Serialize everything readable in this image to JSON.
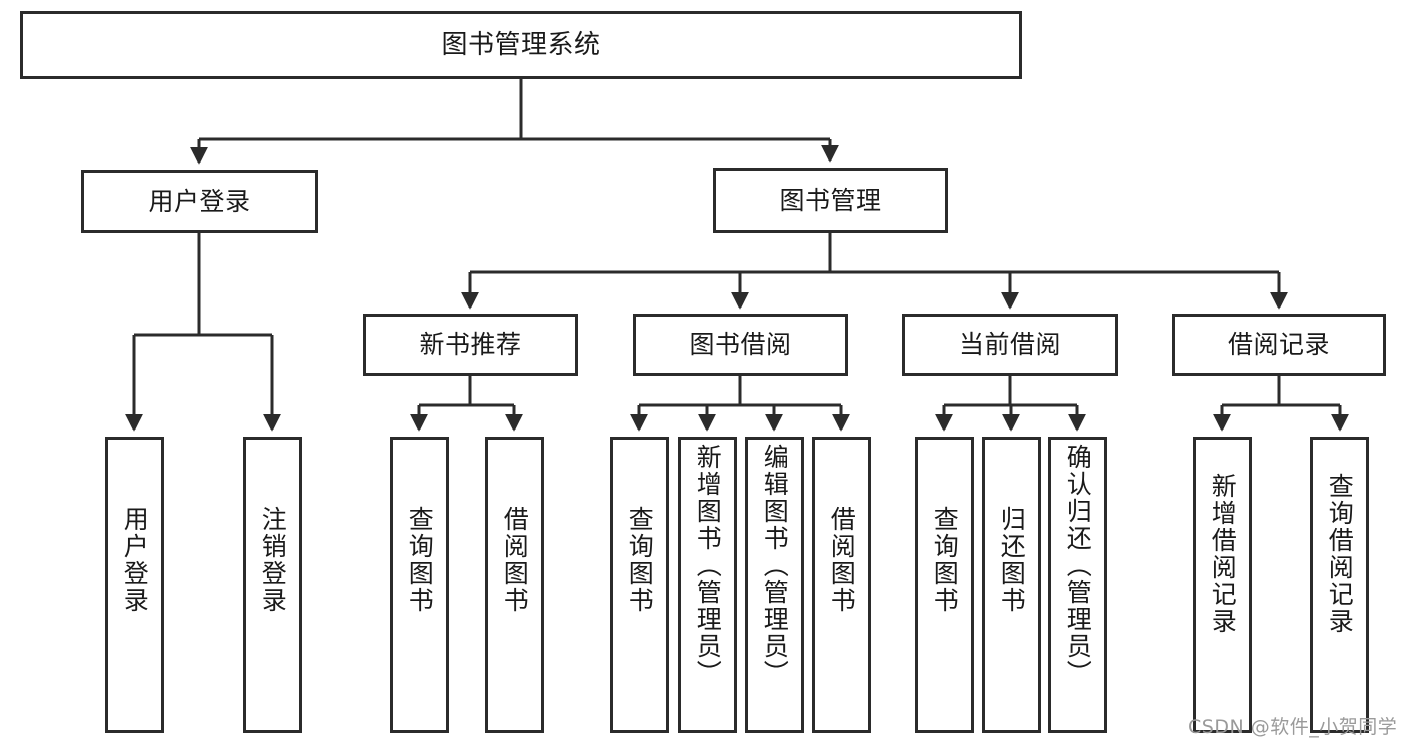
{
  "diagram": {
    "title": "图书管理系统",
    "type": "tree-hierarchy-diagram",
    "colors": {
      "stroke": "#2b2b2b",
      "fill": "#ffffff",
      "text": "#1a1a1a",
      "watermark": "#9a9a9a"
    },
    "root": {
      "id": "root",
      "label": "图书管理系统"
    },
    "level1": [
      {
        "id": "user-login",
        "label": "用户登录"
      },
      {
        "id": "book-management",
        "label": "图书管理"
      }
    ],
    "level2": [
      {
        "id": "new-book-recommend",
        "label": "新书推荐",
        "parent": "book-management"
      },
      {
        "id": "book-borrow",
        "label": "图书借阅",
        "parent": "book-management"
      },
      {
        "id": "current-borrow",
        "label": "当前借阅",
        "parent": "book-management"
      },
      {
        "id": "borrow-record",
        "label": "借阅记录",
        "parent": "book-management"
      }
    ],
    "leaves": [
      {
        "id": "leaf-user-login",
        "label": "用户登录",
        "parent": "user-login"
      },
      {
        "id": "leaf-logout",
        "label": "注销登录",
        "parent": "user-login"
      },
      {
        "id": "leaf-query-book-1",
        "label": "查询图书",
        "parent": "new-book-recommend"
      },
      {
        "id": "leaf-borrow-book-1",
        "label": "借阅图书",
        "parent": "new-book-recommend"
      },
      {
        "id": "leaf-query-book-2",
        "label": "查询图书",
        "parent": "book-borrow"
      },
      {
        "id": "leaf-add-book",
        "label": "新增图书（管理员）",
        "parent": "book-borrow"
      },
      {
        "id": "leaf-edit-book",
        "label": "编辑图书（管理员）",
        "parent": "book-borrow"
      },
      {
        "id": "leaf-borrow-book-2",
        "label": "借阅图书",
        "parent": "book-borrow"
      },
      {
        "id": "leaf-query-book-3",
        "label": "查询图书",
        "parent": "current-borrow"
      },
      {
        "id": "leaf-return-book",
        "label": "归还图书",
        "parent": "current-borrow"
      },
      {
        "id": "leaf-confirm-return",
        "label": "确认归还（管理员）",
        "parent": "current-borrow"
      },
      {
        "id": "leaf-add-record",
        "label": "新增借阅记录",
        "parent": "borrow-record"
      },
      {
        "id": "leaf-query-record",
        "label": "查询借阅记录",
        "parent": "borrow-record"
      }
    ]
  },
  "watermark": {
    "text": "CSDN @软件_小贺同学"
  }
}
